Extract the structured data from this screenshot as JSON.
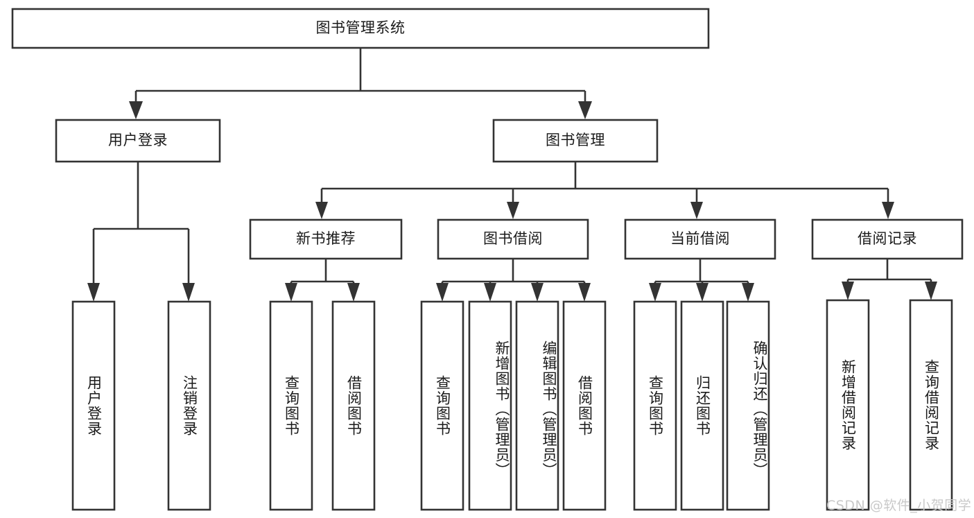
{
  "diagram": {
    "type": "tree-hierarchy",
    "title": "图书管理系统",
    "watermark": "CSDN @软件_小贺同学",
    "colors": {
      "stroke": "#333333",
      "fill": "#ffffff",
      "text": "#1a1a1a",
      "watermark": "#c9c9c9"
    },
    "levels": {
      "level1": [
        {
          "id": "root",
          "label": "图书管理系统",
          "orientation": "horizontal"
        }
      ],
      "level2": [
        {
          "id": "user-login",
          "label": "用户登录",
          "orientation": "horizontal"
        },
        {
          "id": "book-manage",
          "label": "图书管理",
          "orientation": "horizontal"
        }
      ],
      "level3": [
        {
          "id": "new-book-rec",
          "label": "新书推荐",
          "orientation": "horizontal",
          "parent": "book-manage"
        },
        {
          "id": "book-borrow",
          "label": "图书借阅",
          "orientation": "horizontal",
          "parent": "book-manage"
        },
        {
          "id": "current-borrow",
          "label": "当前借阅",
          "orientation": "horizontal",
          "parent": "book-manage"
        },
        {
          "id": "borrow-record",
          "label": "借阅记录",
          "orientation": "horizontal",
          "parent": "book-manage"
        }
      ],
      "level4": [
        {
          "id": "leaf-user-login",
          "label": "用户登录",
          "orientation": "vertical",
          "parent": "user-login"
        },
        {
          "id": "leaf-user-logout",
          "label": "注销登录",
          "orientation": "vertical",
          "parent": "user-login"
        },
        {
          "id": "leaf-query-book-1",
          "label": "查询图书",
          "orientation": "vertical",
          "parent": "new-book-rec"
        },
        {
          "id": "leaf-borrow-book-1",
          "label": "借阅图书",
          "orientation": "vertical",
          "parent": "new-book-rec"
        },
        {
          "id": "leaf-query-book-2",
          "label": "查询图书",
          "orientation": "vertical",
          "parent": "book-borrow"
        },
        {
          "id": "leaf-add-book",
          "label": "新增图书（管理员）",
          "orientation": "vertical",
          "parent": "book-borrow"
        },
        {
          "id": "leaf-edit-book",
          "label": "编辑图书（管理员）",
          "orientation": "vertical",
          "parent": "book-borrow"
        },
        {
          "id": "leaf-borrow-book-2",
          "label": "借阅图书",
          "orientation": "vertical",
          "parent": "book-borrow"
        },
        {
          "id": "leaf-query-book-3",
          "label": "查询图书",
          "orientation": "vertical",
          "parent": "current-borrow"
        },
        {
          "id": "leaf-return-book",
          "label": "归还图书",
          "orientation": "vertical",
          "parent": "current-borrow"
        },
        {
          "id": "leaf-confirm-return",
          "label": "确认归还（管理员）",
          "orientation": "vertical",
          "parent": "current-borrow"
        },
        {
          "id": "leaf-add-record",
          "label": "新增借阅记录",
          "orientation": "vertical",
          "parent": "borrow-record"
        },
        {
          "id": "leaf-query-record",
          "label": "查询借阅记录",
          "orientation": "vertical",
          "parent": "borrow-record"
        }
      ]
    }
  }
}
